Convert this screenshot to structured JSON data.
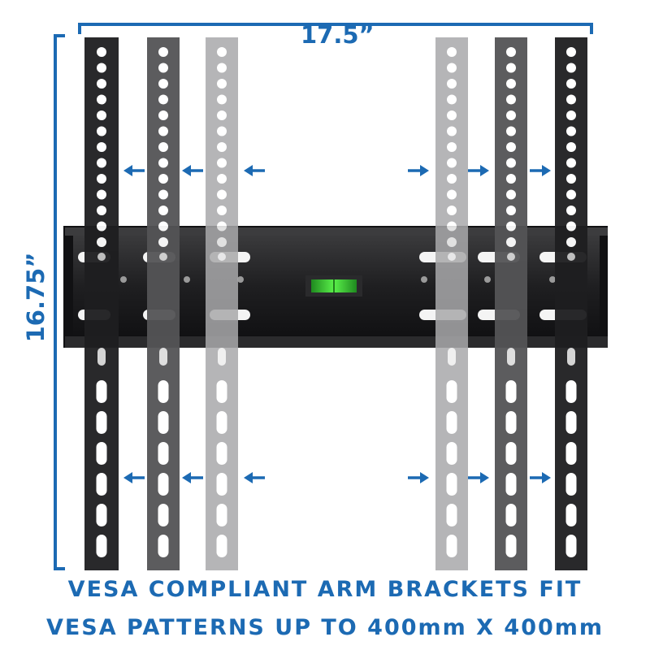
{
  "dimensions": {
    "width_label": "17.5”",
    "height_label": "16.75”"
  },
  "caption": {
    "line1": "VESA COMPLIANT ARM BRACKETS FIT",
    "line2": "VESA PATTERNS UP TO 400mm X 400mm"
  },
  "colors": {
    "accent": "#1c6ab3",
    "arm_dark": "#1e1e20",
    "arm_mid": "#545456",
    "arm_light": "#a9a9ab",
    "plate": "#222224",
    "bubble_level": "#3fd13c",
    "background": "#ffffff"
  },
  "icons": {
    "arrow": "arrow-right-icon",
    "level": "bubble-level-icon"
  }
}
